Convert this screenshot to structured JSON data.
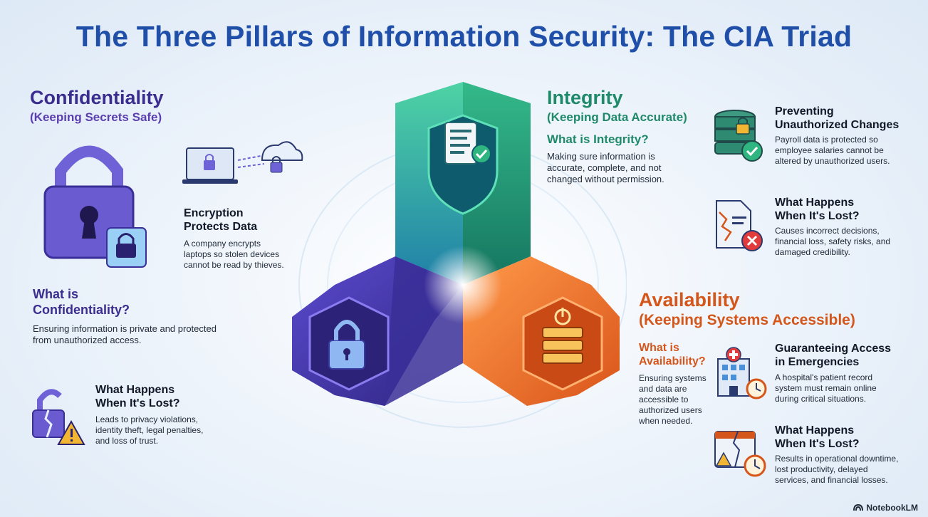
{
  "title": "The Three Pillars of Information Security: The CIA Triad",
  "confidentiality": {
    "heading": "Confidentiality",
    "subheading": "(Keeping Secrets Safe)",
    "encryption": {
      "title_line1": "Encryption",
      "title_line2": "Protects Data",
      "text_line1": "A company encrypts",
      "text_line2": "laptops so stolen devices",
      "text_line3": "cannot be read by thieves."
    },
    "what": {
      "title_line1": "What is",
      "title_line2": "Confidentiality?",
      "text_line1": "Ensuring information is private and protected",
      "text_line2": "from unauthorized access."
    },
    "lost": {
      "title_line1": "What Happens",
      "title_line2": "When It's Lost?",
      "text_line1": "Leads to privacy violations,",
      "text_line2": "identity theft, legal penalties,",
      "text_line3": "and loss of trust."
    }
  },
  "integrity": {
    "heading": "Integrity",
    "subheading": "(Keeping Data Accurate)",
    "what": {
      "title": "What is Integrity?",
      "text_line1": "Making sure information is",
      "text_line2": "accurate, complete, and not",
      "text_line3": "changed without permission."
    },
    "preventing": {
      "title_line1": "Preventing",
      "title_line2": "Unauthorized Changes",
      "text_line1": "Payroll data is protected so",
      "text_line2": "employee salaries cannot be",
      "text_line3": "altered by unauthorized users."
    },
    "lost": {
      "title_line1": "What Happens",
      "title_line2": "When It's Lost?",
      "text_line1": "Causes incorrect decisions,",
      "text_line2": "financial loss, safety risks, and",
      "text_line3": "damaged credibility."
    }
  },
  "availability": {
    "heading": "Availability",
    "subheading": "(Keeping Systems Accessible)",
    "what": {
      "title_line1": "What is",
      "title_line2": "Availability?",
      "text_line1": "Ensuring systems",
      "text_line2": "and data are",
      "text_line3": "accessible to",
      "text_line4": "authorized users",
      "text_line5": "when needed."
    },
    "guarantee": {
      "title_line1": "Guaranteeing Access",
      "title_line2": "in Emergencies",
      "text_line1": "A hospital's patient record",
      "text_line2": "system must remain online",
      "text_line3": "during critical situations."
    },
    "lost": {
      "title_line1": "What Happens",
      "title_line2": "When It's Lost?",
      "text_line1": "Results in operational downtime,",
      "text_line2": "lost productivity, delayed",
      "text_line3": "services, and financial losses."
    }
  },
  "footer_logo": "NotebookLM",
  "colors": {
    "title": "#1f4fa8",
    "confidentiality": "#3b2d8f",
    "integrity": "#1e8a6a",
    "availability": "#d4561a"
  }
}
